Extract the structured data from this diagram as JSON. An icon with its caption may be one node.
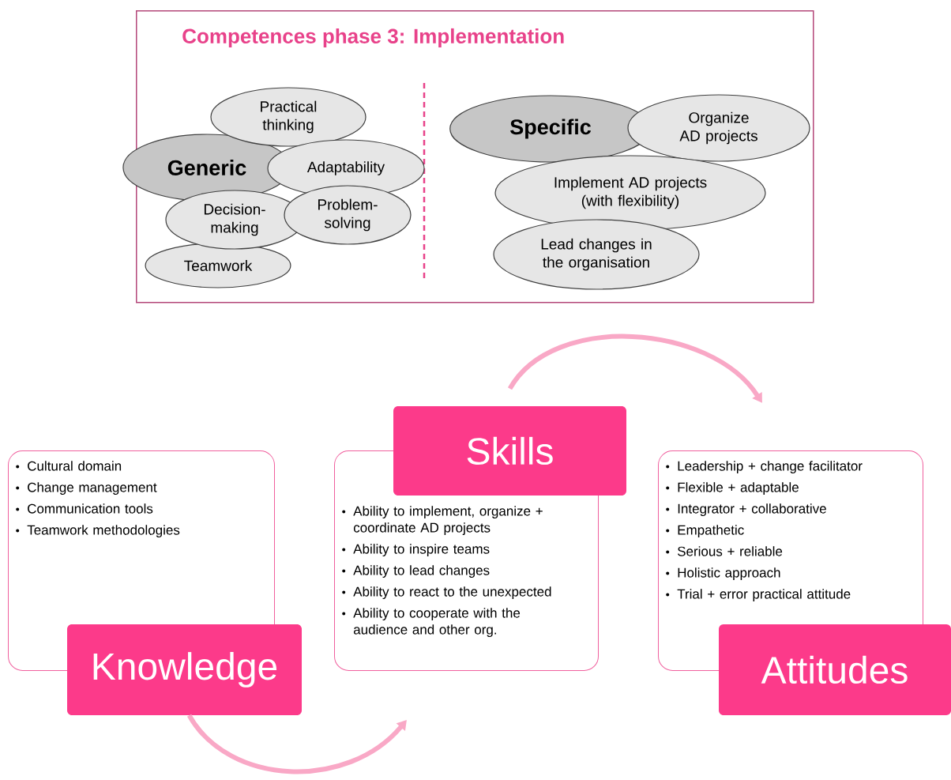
{
  "diagram": {
    "nodes": [
      {
        "text": [
          "Competences phase 3: Implementation"
        ]
      },
      {
        "text": [
          "Practical thinking"
        ],
        "in": 0
      },
      {
        "text": [
          "Generic"
        ],
        "in": 0
      },
      {
        "text": [
          "Adaptability"
        ],
        "in": 0
      },
      {
        "text": [
          "Decision-making"
        ],
        "in": 0
      },
      {
        "text": [
          "Problem-solving"
        ],
        "in": 0
      },
      {
        "text": [
          "Teamwork"
        ],
        "in": 0
      },
      {
        "text": [
          "Specific"
        ],
        "in": 0
      },
      {
        "text": [
          "Organize AD projects"
        ],
        "in": 0
      },
      {
        "text": [
          "Implement AD projects (with flexibility)"
        ],
        "in": 0
      },
      {
        "text": [
          "Lead changes in the organisation"
        ],
        "in": 0
      },
      {
        "text": [
          "Cultural domain",
          "Change management",
          "Communication tools",
          "Teamwork methodologies"
        ]
      },
      {
        "text": [
          "Knowledge"
        ]
      },
      {
        "text": [
          "Skills"
        ]
      },
      {
        "text": [
          "Ability to implement, organize + coordinate AD projects",
          "Ability to inspire teams",
          "Ability to lead changes",
          "Ability to react to the unexpected",
          "Ability to cooperate with the audience and other org."
        ]
      },
      {
        "text": [
          "Leadership + change facilitator",
          "Flexible + adaptable",
          "Integrator + collaborative",
          "Empathetic",
          "Serious + reliable",
          "Holistic approach",
          "Trial + error practical attitude"
        ]
      },
      {
        "text": [
          "Attitudes"
        ]
      }
    ],
    "edges": [
      {
        "from": 12,
        "to": 14,
        "arrow": "to"
      },
      {
        "from": 13,
        "to": 15,
        "arrow": "to"
      }
    ]
  }
}
